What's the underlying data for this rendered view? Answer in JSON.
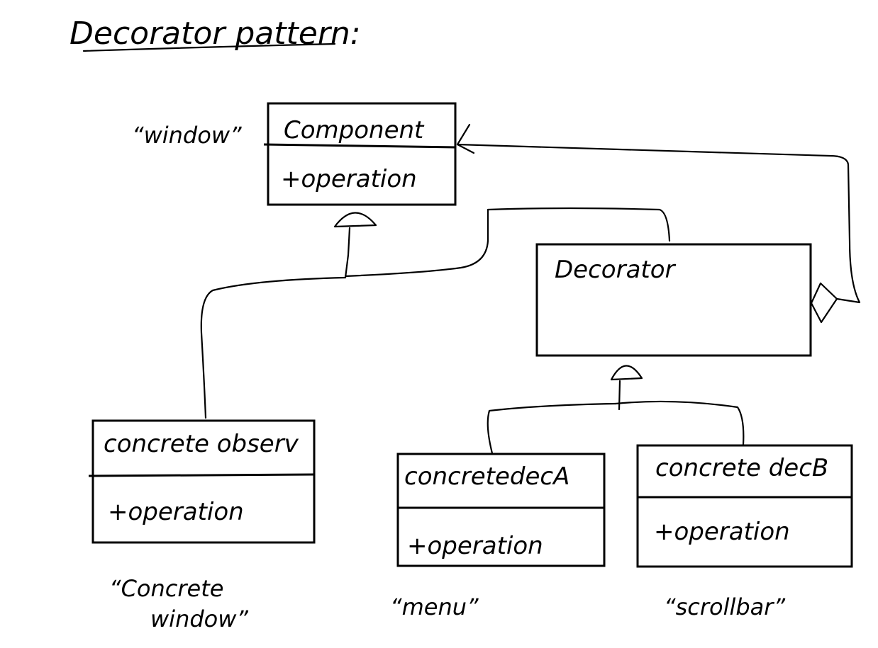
{
  "diagram": {
    "title": "Decorator pattern:",
    "component": {
      "name": "Component",
      "operation": "+operation",
      "note": "“window”"
    },
    "decorator": {
      "name": "Decorator"
    },
    "concrete_component": {
      "name": "concrete observ",
      "operation": "+operation",
      "note_line1": "“Concrete",
      "note_line2": "window”"
    },
    "decorator_a": {
      "name": "concretedecA",
      "operation": "+operation",
      "note": "“menu”"
    },
    "decorator_b": {
      "name": "concrete decB",
      "operation": "+operation",
      "note": "“scrollbar”"
    }
  }
}
